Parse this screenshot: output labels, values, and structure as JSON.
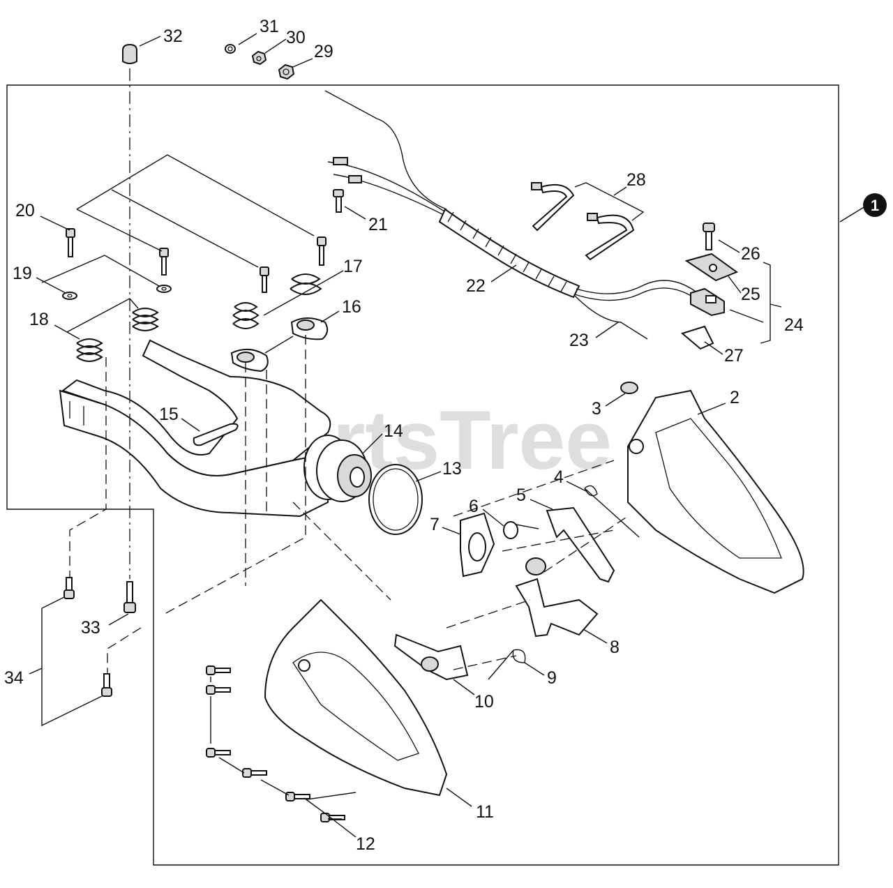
{
  "watermark": "PartsTree",
  "assembly_callout": "1",
  "labels": {
    "l2": "2",
    "l3": "3",
    "l4": "4",
    "l5": "5",
    "l6": "6",
    "l7": "7",
    "l8": "8",
    "l9": "9",
    "l10": "10",
    "l11": "11",
    "l12": "12",
    "l13": "13",
    "l14": "14",
    "l15": "15",
    "l16": "16",
    "l17": "17",
    "l18": "18",
    "l19": "19",
    "l20": "20",
    "l21": "21",
    "l22": "22",
    "l23": "23",
    "l24": "24",
    "l25": "25",
    "l26": "26",
    "l27": "27",
    "l28": "28",
    "l29": "29",
    "l30": "30",
    "l31": "31",
    "l32": "32",
    "l33": "33",
    "l34": "34"
  }
}
